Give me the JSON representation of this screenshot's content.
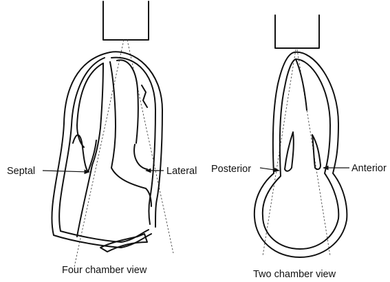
{
  "diagrams": [
    {
      "caption": "Four chamber view",
      "left_label": "Septal",
      "right_label": "Lateral"
    },
    {
      "caption": "Two chamber view",
      "left_label": "Posterior",
      "right_label": "Anterior"
    }
  ]
}
